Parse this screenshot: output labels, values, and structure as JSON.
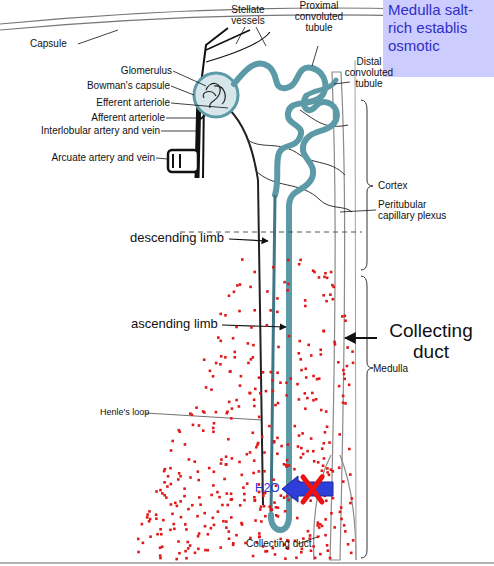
{
  "diagram": {
    "nodes": [
      {
        "text": [
          "Medulla salt-rich establis osmotic"
        ]
      }
    ],
    "labels": [
      "Stellate vessels",
      "Proximal convoluted tubule",
      "Capsule",
      "Glomerulus",
      "Bowman's capsule",
      "Distal convoluted tubule",
      "Efferent arteriole",
      "Afferent arteriole",
      "Interlobular artery and vein",
      "Arcuate artery and vein",
      "Cortex",
      "Peritubular capillary plexus",
      "descending limb",
      "ascending limb",
      "Collecting duct",
      "Medulla",
      "Henle's loop",
      "H2O",
      "Collecting duct"
    ]
  }
}
